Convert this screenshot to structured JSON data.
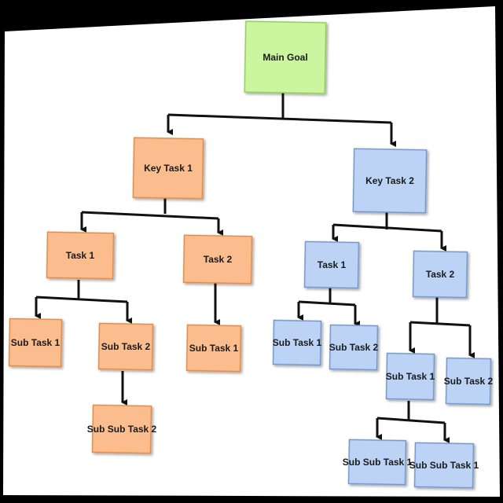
{
  "colors": {
    "green": "#ccf5a0",
    "green_border": "#8ccf55",
    "orange": "#fbbd8e",
    "orange_border": "#e48a46",
    "blue": "#bcd3f6",
    "blue_border": "#6f97cf",
    "connector": "#111111"
  },
  "nodes": {
    "main_goal": "Main Goal",
    "key_task_1": "Key Task 1",
    "key_task_2": "Key Task 2",
    "kt1_task_1": "Task 1",
    "kt1_task_2": "Task 2",
    "kt1_t1_sub_1": "Sub Task 1",
    "kt1_t1_sub_2": "Sub Task 2",
    "kt1_t1_s2_subsub_2": "Sub Sub Task 2",
    "kt1_t2_sub_1": "Sub Task 1",
    "kt2_task_1": "Task 1",
    "kt2_task_2": "Task 2",
    "kt2_t1_sub_1": "Sub Task 1",
    "kt2_t1_sub_2": "Sub Task 2",
    "kt2_t2_sub_1": "Sub Task 1",
    "kt2_t2_sub_2": "Sub Task 2",
    "kt2_t2_s1_subsub_1a": "Sub Sub Task 1",
    "kt2_t2_s1_subsub_1b": "Sub Sub Task 1"
  }
}
